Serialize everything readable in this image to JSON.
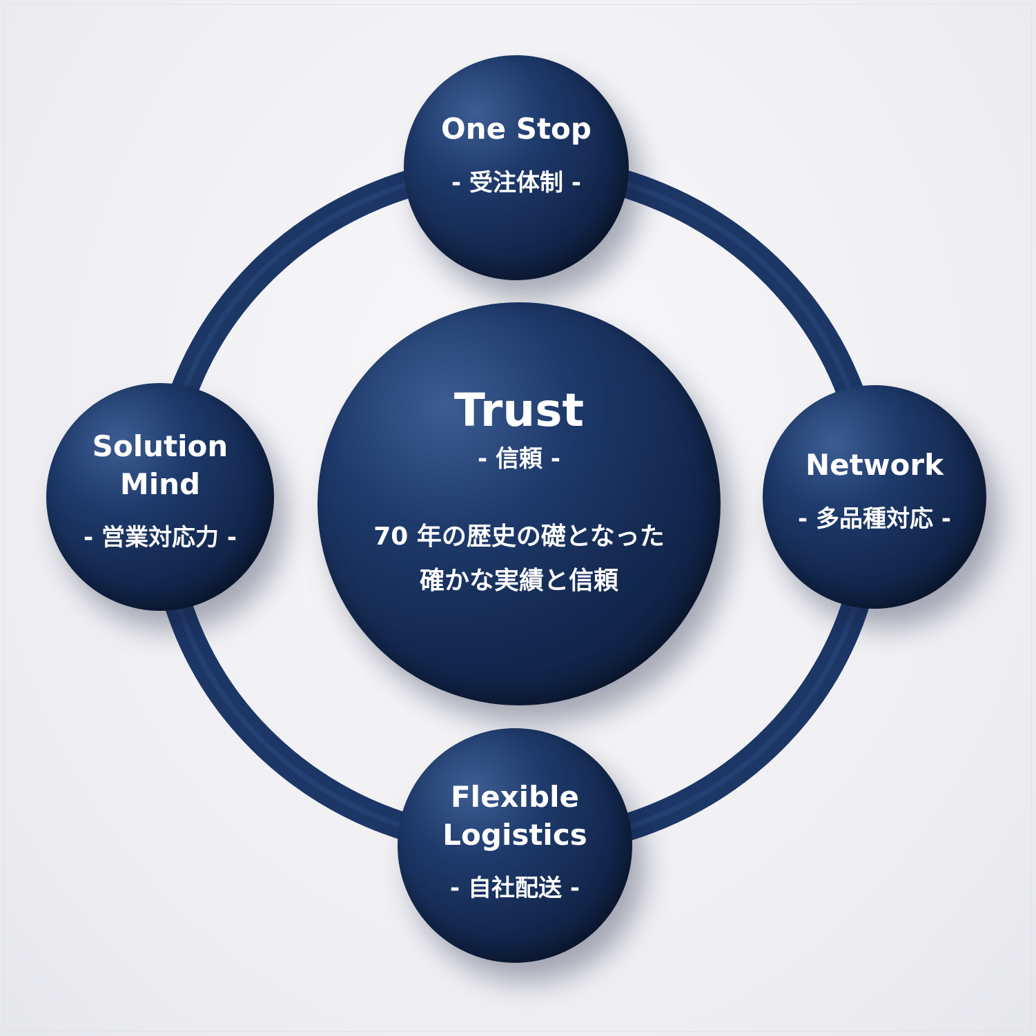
{
  "colors": {
    "navy": "#1a3363",
    "background": "#f1f1f4"
  },
  "center": {
    "title": "Trust",
    "subtitle": "- 信頼 -",
    "line1": "70 年の歴史の礎となった",
    "line2": "確かな実績と信頼"
  },
  "top": {
    "title": "One Stop",
    "subtitle": "- 受注体制 -"
  },
  "left": {
    "title1": "Solution",
    "title2": "Mind",
    "subtitle": "- 営業対応力 -"
  },
  "right": {
    "title": "Network",
    "subtitle": "- 多品種対応 -"
  },
  "bottom": {
    "title1": "Flexible",
    "title2": "Logistics",
    "subtitle": "- 自社配送 -"
  }
}
